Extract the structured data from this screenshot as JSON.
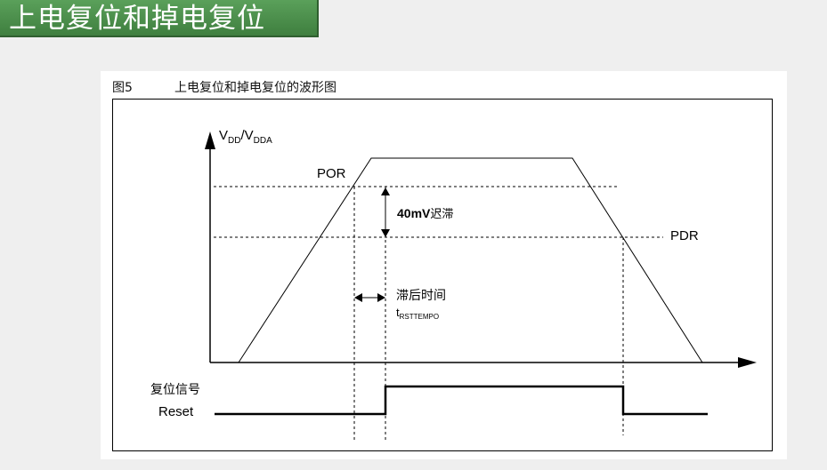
{
  "banner": {
    "title": "上电复位和掉电复位"
  },
  "figure": {
    "number": "图5",
    "caption": "上电复位和掉电复位的波形图"
  },
  "labels": {
    "y_axis_main": "V",
    "y_axis_sub1": "DD",
    "y_axis_slash": "/V",
    "y_axis_sub2": "DDA",
    "por": "POR",
    "pdr": "PDR",
    "hysteresis_value": "40mV",
    "hysteresis_text": "迟滞",
    "delay_cn": "滞后时间",
    "delay_t": "t",
    "delay_sub": "RSTTEMPO",
    "reset_cn": "复位信号",
    "reset_en": "Reset"
  }
}
